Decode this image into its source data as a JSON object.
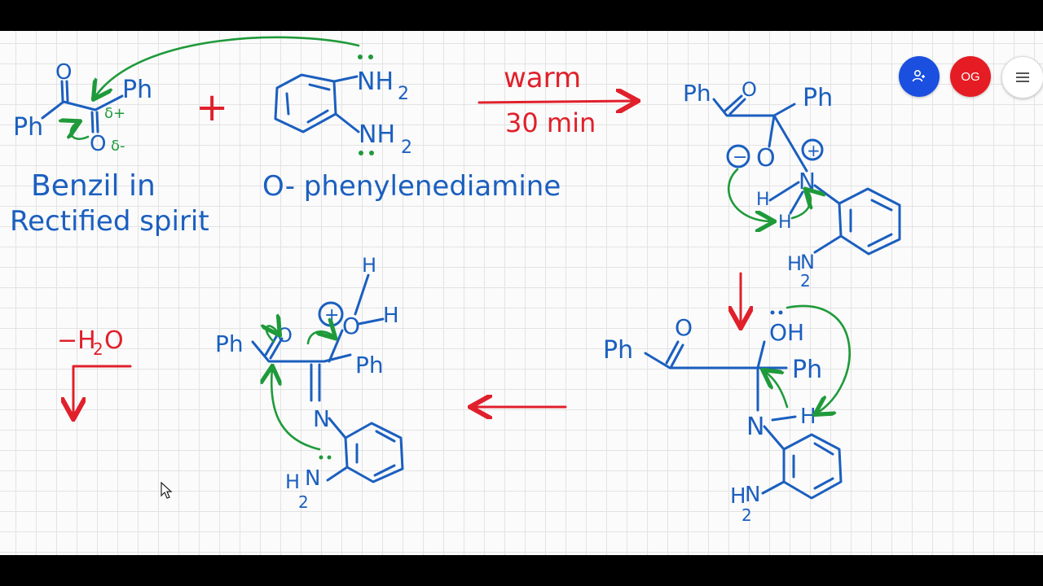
{
  "toolbar": {
    "user_button_icon": "person-add-icon",
    "avatar_initials": "OG",
    "menu_icon": "hamburger-menu-icon",
    "user_button_color": "#1a4fe0",
    "avatar_color": "#e51c23"
  },
  "colors": {
    "ink_blue": "#1b5fbf",
    "ink_red": "#e0202b",
    "ink_green": "#1f9a3a"
  },
  "reactants": {
    "benzil_label_line1": "Benzil in",
    "benzil_label_line2": "Rectified spirit",
    "plus": "+",
    "diamine_label": "O- phenylenediamine",
    "ph": "Ph",
    "o": "O",
    "delta_plus": "δ+",
    "delta_minus": "δ-",
    "nh2": "NH",
    "sub2": "2"
  },
  "conditions": {
    "top": "warm",
    "bottom": "30 min"
  },
  "intermediate1": {
    "ph": "Ph",
    "o": "O",
    "minus": "−",
    "plus": "+",
    "n": "N",
    "h": "H",
    "h2n_h": "H",
    "h2n_n": "N",
    "sub2": "2"
  },
  "intermediate2": {
    "ph": "Ph",
    "o": "O",
    "oh": "OH",
    "n": "N",
    "h": "H",
    "h2n_h": "H",
    "h2n_n": "N",
    "sub2": "2"
  },
  "intermediate3": {
    "ph": "Ph",
    "o": "O",
    "plus": "+",
    "h": "H",
    "n": "N",
    "h2n_h": "H",
    "h2n_n": "N",
    "sub2": "2"
  },
  "elimination": {
    "label": "−H",
    "sub2": "2",
    "o": "O"
  }
}
